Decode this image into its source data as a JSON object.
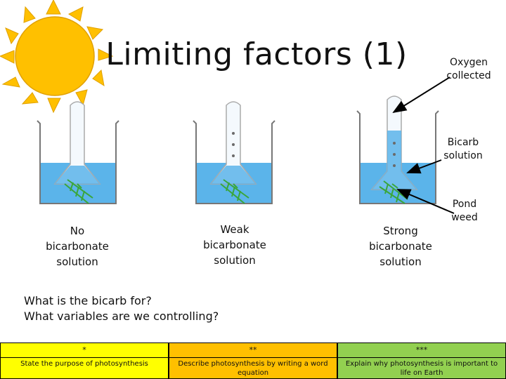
{
  "slide": {
    "title": "Limiting factors (1)",
    "question_line1": "What is the bicarb for?",
    "question_line2": "What variables are we controlling?"
  },
  "labels": {
    "oxygen_line1": "Oxygen",
    "oxygen_line2": "collected",
    "bicarb_line1": "Bicarb",
    "bicarb_line2": "solution",
    "pond_line1": "Pond",
    "pond_line2": "weed"
  },
  "beakers": [
    {
      "line1": "No",
      "line2": "bicarbonate",
      "line3": "solution"
    },
    {
      "line1": "Weak",
      "line2": "bicarbonate",
      "line3": "solution"
    },
    {
      "line1": "Strong",
      "line2": "bicarbonate",
      "line3": "solution"
    }
  ],
  "tasks": [
    {
      "stars": "*",
      "text": "State the purpose of photosynthesis",
      "color": "#ffff00"
    },
    {
      "stars": "**",
      "text": "Describe photosynthesis by writing a word equation",
      "color": "#ffc000"
    },
    {
      "stars": "***",
      "text": "Explain why photosynthesis is important to life on Earth",
      "color": "#92d050"
    }
  ],
  "colors": {
    "water": "#5bb4ea",
    "sun": "#ffc000",
    "weed": "#3aa63a"
  }
}
